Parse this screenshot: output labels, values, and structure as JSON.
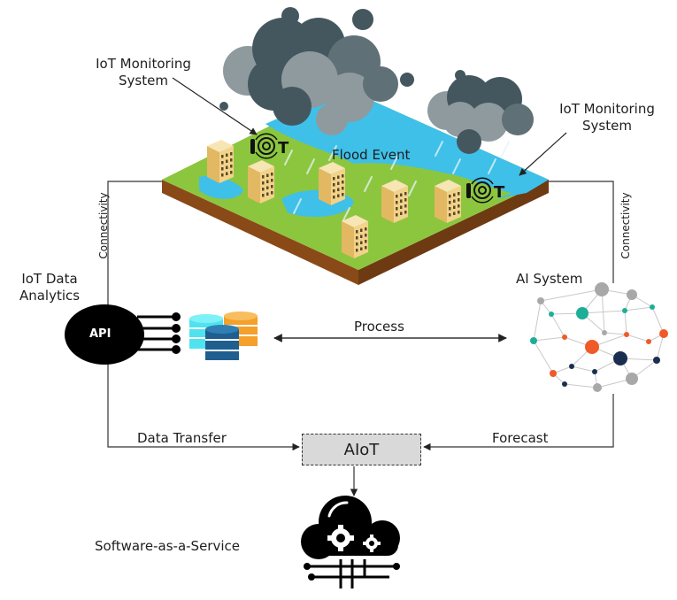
{
  "diagram": {
    "top_scene": {
      "label": "Flood Event",
      "iot_badge_text": [
        "I",
        "T"
      ],
      "callouts": [
        {
          "label_line1": "IoT Monitoring",
          "label_line2": "System"
        },
        {
          "label_line1": "IoT Monitoring",
          "label_line2": "System"
        }
      ]
    },
    "left_node": {
      "title_line1": "IoT Data",
      "title_line2": "Analytics",
      "api_label": "API",
      "database_colors": [
        "#4fe3ef",
        "#f4a02a",
        "#1f5f8f"
      ]
    },
    "right_node": {
      "title": "AI System"
    },
    "edges": {
      "left_connectivity": "Connectivity",
      "right_connectivity": "Connectivity",
      "process": "Process",
      "data_transfer": "Data Transfer",
      "forecast": "Forecast"
    },
    "center_node": {
      "label": "AIoT"
    },
    "bottom_node": {
      "label": "Software-as-a-Service"
    },
    "colors": {
      "water": "#3fc0e8",
      "grass": "#8cc63f",
      "soil": "#8a4a17",
      "cloud_dark": "#44575f",
      "cloud_light": "#8e9a9e",
      "building": "#f2d38a",
      "net_teal": "#1eae98",
      "net_orange": "#f05a28",
      "net_navy": "#1a2e4f",
      "net_gray": "#a8a8a8"
    }
  }
}
